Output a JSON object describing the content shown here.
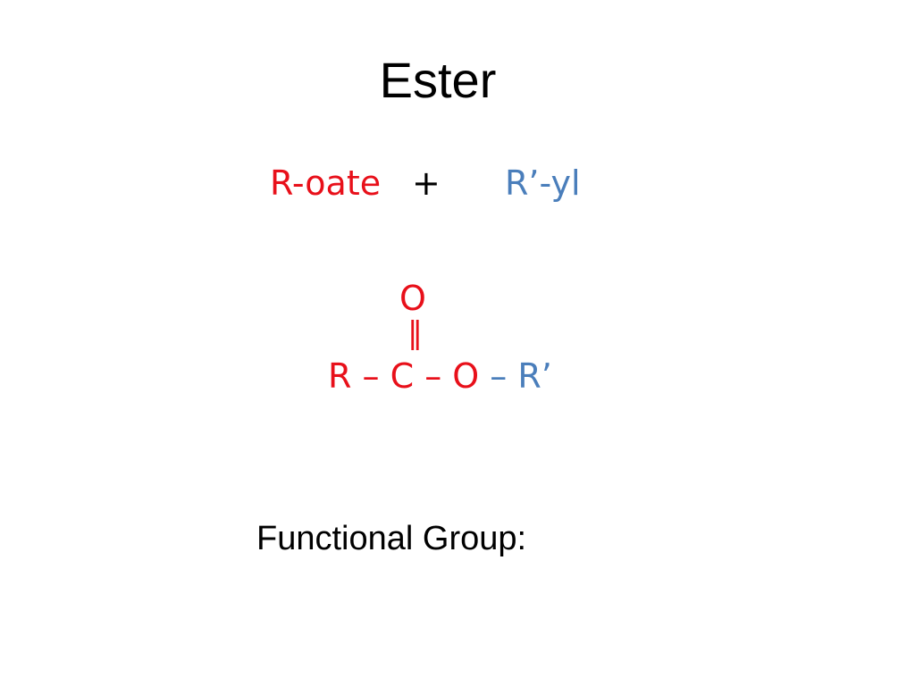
{
  "slide": {
    "title": "Ester",
    "naming": {
      "acid_part": "R-oate",
      "plus": "+",
      "alkyl_part": "R’-yl"
    },
    "structure": {
      "carbonyl_oxygen": "O",
      "double_bond": "‖",
      "r_group": "R",
      "dash_1": " – ",
      "carbon": "C",
      "dash_2": " – ",
      "ester_oxygen": "O",
      "dash_3": " – ",
      "r_prime_group": "R’"
    },
    "functional_group_label": "Functional Group:"
  },
  "colors": {
    "acid": "#e8101a",
    "alkyl": "#4a7ebb",
    "text": "#000000",
    "background": "#ffffff"
  }
}
